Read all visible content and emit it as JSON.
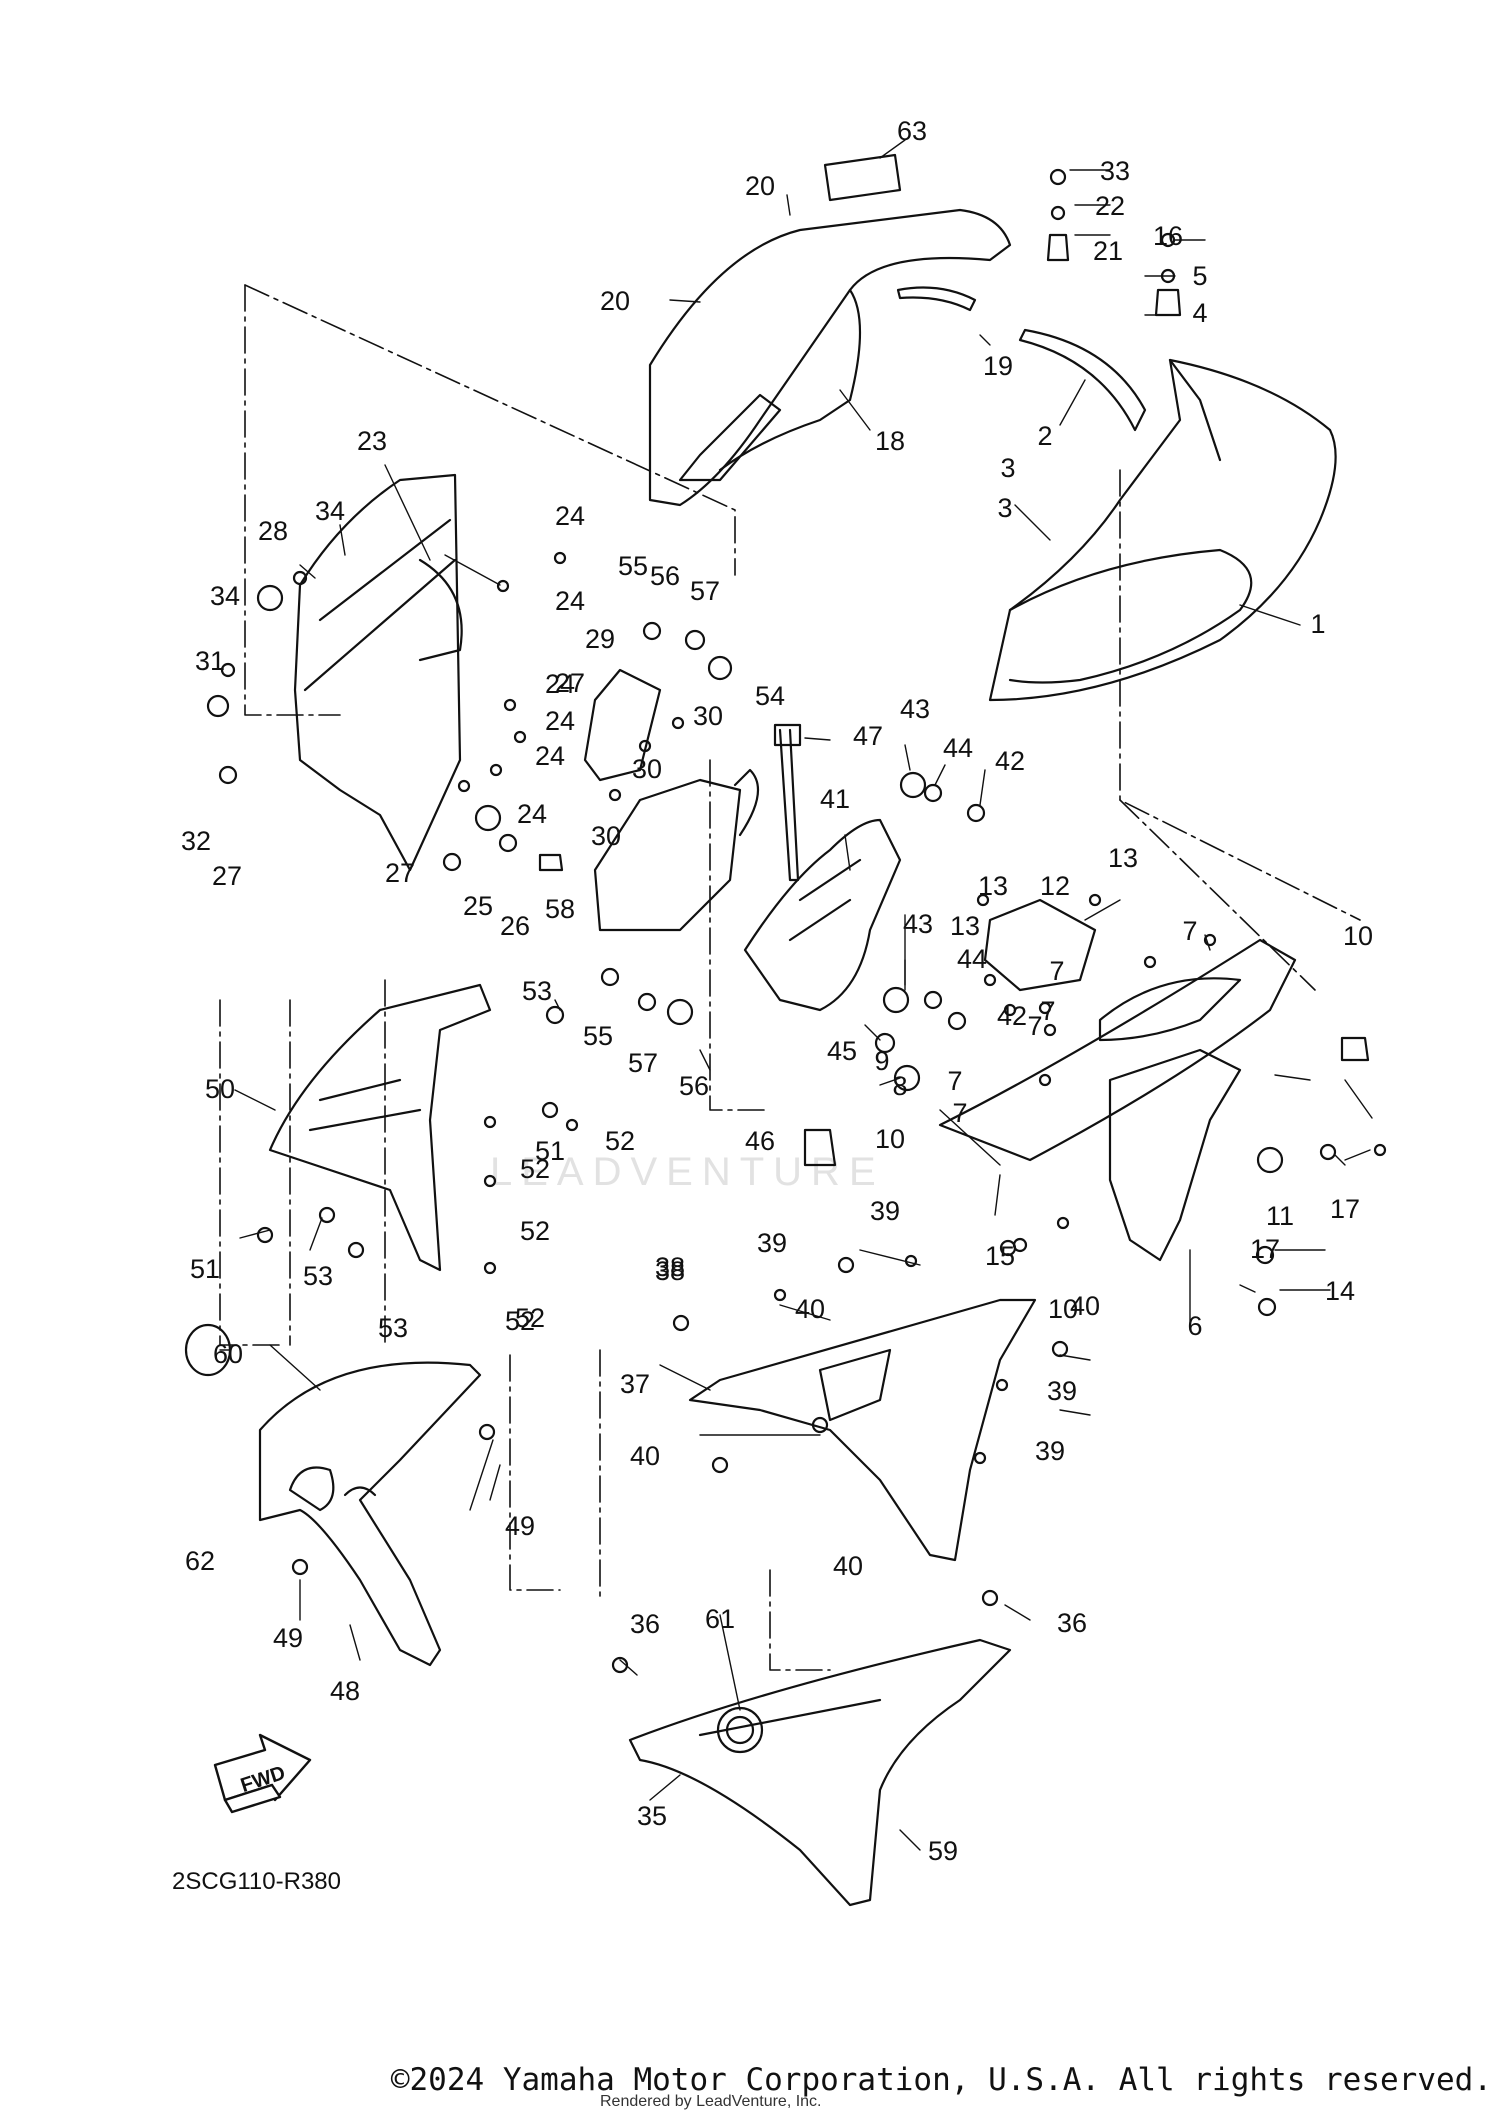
{
  "diagram_code": "2SCG110-R380",
  "copyright": "©2024 Yamaha Motor Corporation, U.S.A. All rights reserved.",
  "rendered_by": "Rendered by LeadVenture, Inc.",
  "watermark": "LEADVENTURE",
  "fwd_label": "FWD",
  "callouts": [
    "1",
    "2",
    "3",
    "3",
    "4",
    "5",
    "6",
    "7",
    "7",
    "7",
    "7",
    "7",
    "7",
    "8",
    "9",
    "10",
    "10",
    "10",
    "11",
    "12",
    "13",
    "13",
    "13",
    "14",
    "15",
    "16",
    "17",
    "17",
    "18",
    "19",
    "20",
    "20",
    "21",
    "22",
    "23",
    "24",
    "24",
    "24",
    "24",
    "24",
    "24",
    "25",
    "26",
    "27",
    "27",
    "27",
    "28",
    "29",
    "30",
    "30",
    "30",
    "31",
    "32",
    "33",
    "34",
    "34",
    "35",
    "36",
    "36",
    "37",
    "38",
    "38",
    "39",
    "39",
    "39",
    "39",
    "40",
    "40",
    "40",
    "40",
    "41",
    "42",
    "42",
    "43",
    "43",
    "44",
    "44",
    "45",
    "46",
    "47",
    "48",
    "49",
    "49",
    "50",
    "51",
    "51",
    "52",
    "52",
    "52",
    "52",
    "52",
    "53",
    "53",
    "53",
    "54",
    "55",
    "55",
    "56",
    "56",
    "57",
    "57",
    "58",
    "59",
    "60",
    "61",
    "62",
    "63"
  ]
}
